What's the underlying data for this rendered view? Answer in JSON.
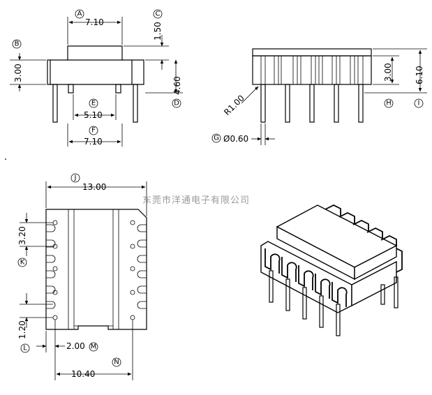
{
  "watermark": "东莞市洋通电子有限公司",
  "front_view": {
    "dim_a": {
      "label": "A",
      "value": "7.10"
    },
    "dim_b": {
      "label": "B",
      "value": "3.00"
    },
    "dim_c": {
      "label": "C",
      "value": "1.50"
    },
    "dim_d": {
      "label": "D",
      "value": "4.60"
    },
    "dim_e": {
      "label": "E",
      "value": "5.10"
    },
    "dim_f": {
      "label": "F",
      "value": "7.10"
    }
  },
  "side_view": {
    "dim_g": {
      "label": "G",
      "value": "Ø0.60"
    },
    "dim_h": {
      "label": "H",
      "value": "3.00"
    },
    "dim_i": {
      "label": "I",
      "value": "6.10"
    },
    "radius": "R1.00"
  },
  "bottom_view": {
    "dim_j": {
      "label": "J",
      "value": "13.00"
    },
    "dim_k": {
      "label": "K",
      "value": "3.20"
    },
    "dim_l": {
      "label": "L",
      "value": "1.20"
    },
    "dim_m": {
      "label": "M",
      "value": "2.00"
    },
    "dim_n": {
      "label": "N",
      "value": "10.40"
    }
  }
}
